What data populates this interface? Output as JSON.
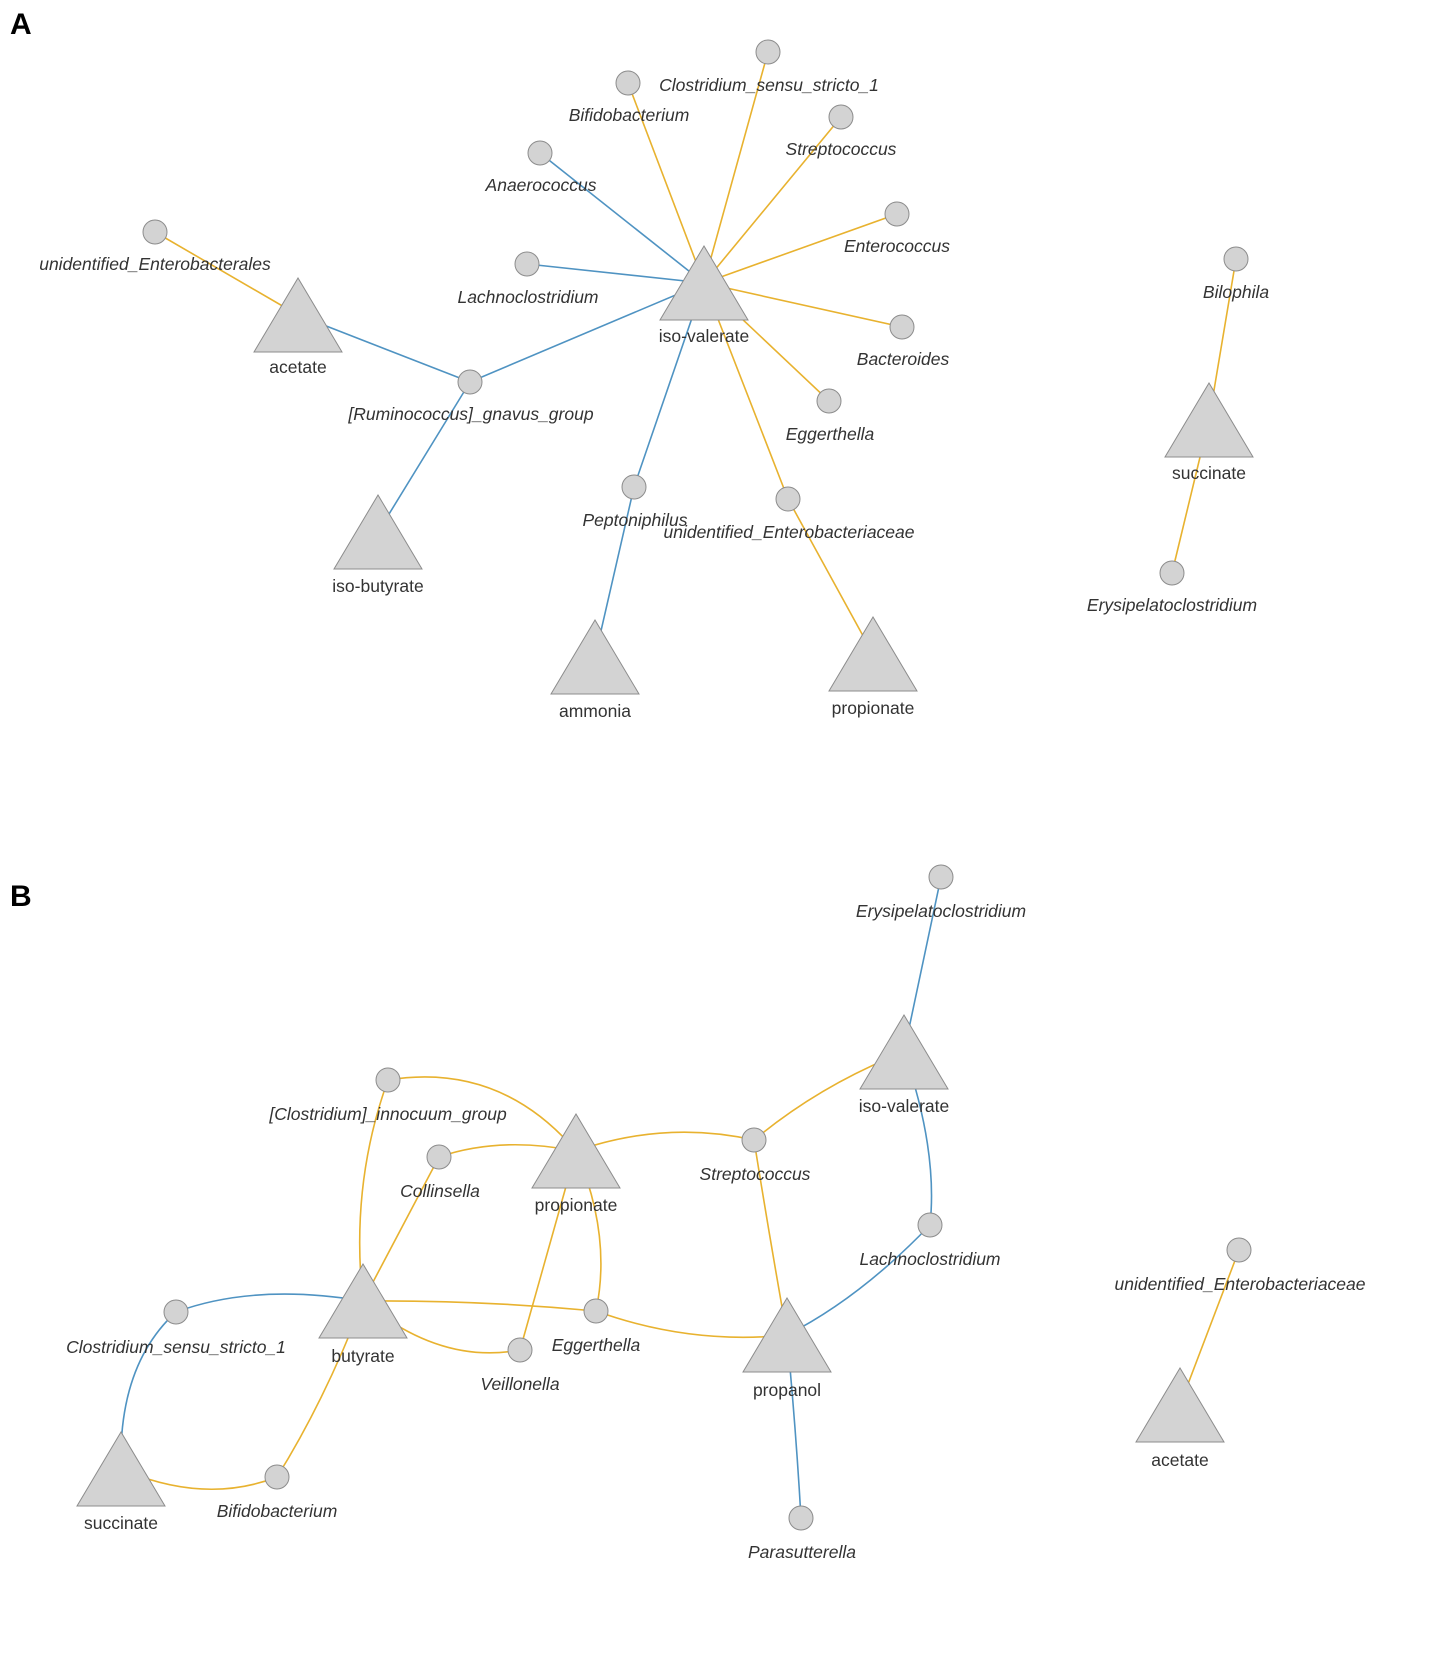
{
  "colors": {
    "positive": "#e8b22f",
    "negative": "#4f93c2",
    "node_fill": "#d3d3d3",
    "node_stroke": "#8c8c8c"
  },
  "panels": [
    {
      "id": "A",
      "label": "A",
      "metabolites": [
        {
          "id": "acetate",
          "label": "acetate"
        },
        {
          "id": "iso-valerate",
          "label": "iso-valerate"
        },
        {
          "id": "iso-butyrate",
          "label": "iso-butyrate"
        },
        {
          "id": "ammonia",
          "label": "ammonia"
        },
        {
          "id": "propionate",
          "label": "propionate"
        },
        {
          "id": "succinate",
          "label": "succinate"
        }
      ],
      "taxa": [
        {
          "id": "unidentified_Enterobacterales",
          "label": "unidentified_Enterobacterales"
        },
        {
          "id": "Anaerococcus",
          "label": "Anaerococcus"
        },
        {
          "id": "Bifidobacterium",
          "label": "Bifidobacterium"
        },
        {
          "id": "Clostridium_sensu_stricto_1",
          "label": "Clostridium_sensu_stricto_1"
        },
        {
          "id": "Streptococcus",
          "label": "Streptococcus"
        },
        {
          "id": "Enterococcus",
          "label": "Enterococcus"
        },
        {
          "id": "Lachnoclostridium",
          "label": "Lachnoclostridium"
        },
        {
          "id": "Bacteroides",
          "label": "Bacteroides"
        },
        {
          "id": "Eggerthella",
          "label": "Eggerthella"
        },
        {
          "id": "[Ruminococcus]_gnavus_group",
          "label": "[Ruminococcus]_gnavus_group"
        },
        {
          "id": "Peptoniphilus",
          "label": "Peptoniphilus"
        },
        {
          "id": "unidentified_Enterobacteriaceae",
          "label": "unidentified_Enterobacteriaceae"
        },
        {
          "id": "Bilophila",
          "label": "Bilophila"
        },
        {
          "id": "Erysipelatoclostridium",
          "label": "Erysipelatoclostridium"
        }
      ],
      "edges": [
        {
          "from": "unidentified_Enterobacterales",
          "to": "acetate",
          "sign": "positive"
        },
        {
          "from": "[Ruminococcus]_gnavus_group",
          "to": "acetate",
          "sign": "negative"
        },
        {
          "from": "[Ruminococcus]_gnavus_group",
          "to": "iso-valerate",
          "sign": "negative"
        },
        {
          "from": "[Ruminococcus]_gnavus_group",
          "to": "iso-butyrate",
          "sign": "negative"
        },
        {
          "from": "Anaerococcus",
          "to": "iso-valerate",
          "sign": "negative"
        },
        {
          "from": "Lachnoclostridium",
          "to": "iso-valerate",
          "sign": "negative"
        },
        {
          "from": "Bifidobacterium",
          "to": "iso-valerate",
          "sign": "positive"
        },
        {
          "from": "Clostridium_sensu_stricto_1",
          "to": "iso-valerate",
          "sign": "positive"
        },
        {
          "from": "Streptococcus",
          "to": "iso-valerate",
          "sign": "positive"
        },
        {
          "from": "Enterococcus",
          "to": "iso-valerate",
          "sign": "positive"
        },
        {
          "from": "Bacteroides",
          "to": "iso-valerate",
          "sign": "positive"
        },
        {
          "from": "Eggerthella",
          "to": "iso-valerate",
          "sign": "positive"
        },
        {
          "from": "Peptoniphilus",
          "to": "iso-valerate",
          "sign": "negative"
        },
        {
          "from": "Peptoniphilus",
          "to": "ammonia",
          "sign": "negative"
        },
        {
          "from": "unidentified_Enterobacteriaceae",
          "to": "iso-valerate",
          "sign": "positive"
        },
        {
          "from": "unidentified_Enterobacteriaceae",
          "to": "propionate",
          "sign": "positive"
        },
        {
          "from": "Bilophila",
          "to": "succinate",
          "sign": "positive"
        },
        {
          "from": "Erysipelatoclostridium",
          "to": "succinate",
          "sign": "positive"
        }
      ]
    },
    {
      "id": "B",
      "label": "B",
      "metabolites": [
        {
          "id": "iso-valerate",
          "label": "iso-valerate"
        },
        {
          "id": "propionate",
          "label": "propionate"
        },
        {
          "id": "butyrate",
          "label": "butyrate"
        },
        {
          "id": "propanol",
          "label": "propanol"
        },
        {
          "id": "succinate",
          "label": "succinate"
        },
        {
          "id": "acetate",
          "label": "acetate"
        }
      ],
      "taxa": [
        {
          "id": "Erysipelatoclostridium",
          "label": "Erysipelatoclostridium"
        },
        {
          "id": "[Clostridium]_innocuum_group",
          "label": "[Clostridium]_innocuum_group"
        },
        {
          "id": "Collinsella",
          "label": "Collinsella"
        },
        {
          "id": "Streptococcus",
          "label": "Streptococcus"
        },
        {
          "id": "Lachnoclostridium",
          "label": "Lachnoclostridium"
        },
        {
          "id": "Clostridium_sensu_stricto_1",
          "label": "Clostridium_sensu_stricto_1"
        },
        {
          "id": "Eggerthella",
          "label": "Eggerthella"
        },
        {
          "id": "Veillonella",
          "label": "Veillonella"
        },
        {
          "id": "Bifidobacterium",
          "label": "Bifidobacterium"
        },
        {
          "id": "Parasutterella",
          "label": "Parasutterella"
        },
        {
          "id": "unidentified_Enterobacteriaceae",
          "label": "unidentified_Enterobacteriaceae"
        }
      ],
      "edges": [
        {
          "from": "Erysipelatoclostridium",
          "to": "iso-valerate",
          "sign": "negative"
        },
        {
          "from": "Streptococcus",
          "to": "iso-valerate",
          "sign": "positive"
        },
        {
          "from": "Streptococcus",
          "to": "propionate",
          "sign": "positive"
        },
        {
          "from": "Streptococcus",
          "to": "propanol",
          "sign": "positive"
        },
        {
          "from": "Lachnoclostridium",
          "to": "iso-valerate",
          "sign": "negative"
        },
        {
          "from": "Lachnoclostridium",
          "to": "propanol",
          "sign": "negative"
        },
        {
          "from": "[Clostridium]_innocuum_group",
          "to": "propionate",
          "sign": "positive"
        },
        {
          "from": "[Clostridium]_innocuum_group",
          "to": "butyrate",
          "sign": "positive"
        },
        {
          "from": "Collinsella",
          "to": "propionate",
          "sign": "positive"
        },
        {
          "from": "Collinsella",
          "to": "butyrate",
          "sign": "positive"
        },
        {
          "from": "Eggerthella",
          "to": "propionate",
          "sign": "positive"
        },
        {
          "from": "Eggerthella",
          "to": "butyrate",
          "sign": "positive"
        },
        {
          "from": "Eggerthella",
          "to": "propanol",
          "sign": "positive"
        },
        {
          "from": "Veillonella",
          "to": "propionate",
          "sign": "positive"
        },
        {
          "from": "Veillonella",
          "to": "butyrate",
          "sign": "positive"
        },
        {
          "from": "Clostridium_sensu_stricto_1",
          "to": "butyrate",
          "sign": "negative"
        },
        {
          "from": "Clostridium_sensu_stricto_1",
          "to": "succinate",
          "sign": "negative"
        },
        {
          "from": "Bifidobacterium",
          "to": "butyrate",
          "sign": "positive"
        },
        {
          "from": "Bifidobacterium",
          "to": "succinate",
          "sign": "positive"
        },
        {
          "from": "Parasutterella",
          "to": "propanol",
          "sign": "negative"
        },
        {
          "from": "unidentified_Enterobacteriaceae",
          "to": "acetate",
          "sign": "positive"
        }
      ]
    }
  ]
}
